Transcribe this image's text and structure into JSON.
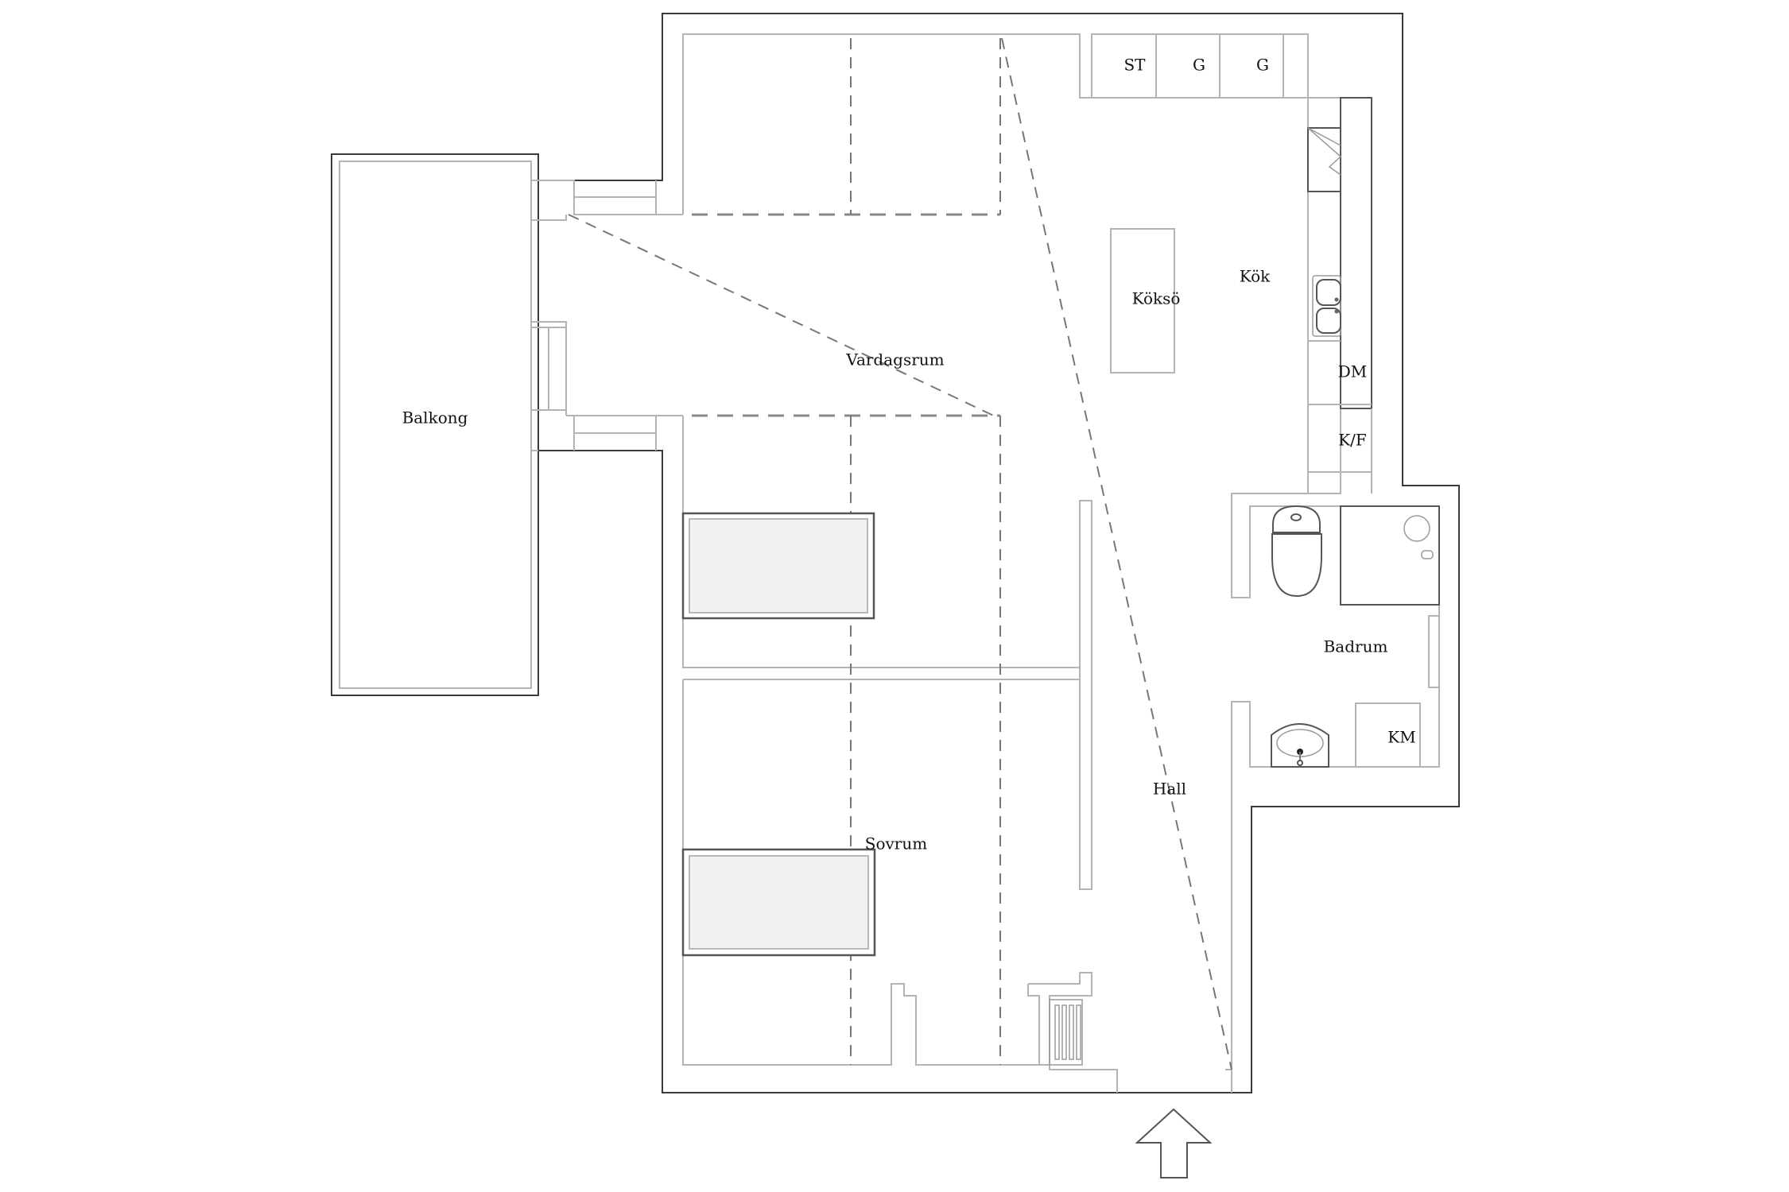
{
  "floorplan": {
    "rooms": {
      "balcony": "Balkong",
      "living_room": "Vardagsrum",
      "bedroom": "Sovrum",
      "kitchen": "Kök",
      "kitchen_island": "Köksö",
      "hall": "Hall",
      "bathroom": "Badrum"
    },
    "appliances": {
      "stove": "ST",
      "cabinet_1": "G",
      "cabinet_2": "G",
      "dishwasher": "DM",
      "fridge_freezer": "K/F",
      "washing_machine": "KM"
    },
    "colors": {
      "outer_wall": "#3a3a3a",
      "inner_wall": "#b4b4b4",
      "bed_fill": "#f1f1f0",
      "background": "#ffffff"
    },
    "entrance_arrow": "entrance-arrow-icon"
  }
}
